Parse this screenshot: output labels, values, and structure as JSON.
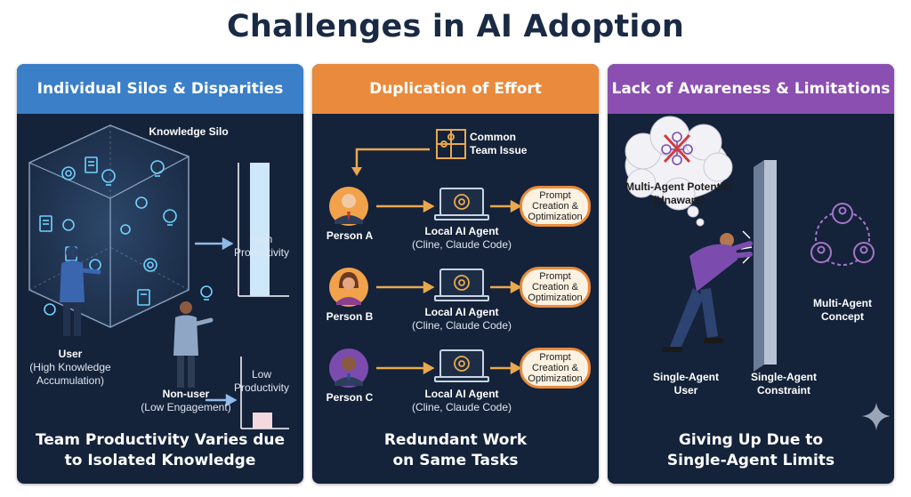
{
  "title": "Challenges in AI Adoption",
  "colors": {
    "background": "#ffffff",
    "panel": "#14223a",
    "blue_header": "#3a7fc8",
    "orange_header": "#e98a3c",
    "purple_header": "#8a4fb0",
    "glow": "#6fd2ff"
  },
  "panels": [
    {
      "header": "Individual Silos & Disparities",
      "knowledge_silo": "Knowledge Silo",
      "high_productivity": [
        "High",
        "Productivity"
      ],
      "low_productivity": [
        "Low",
        "Productivity"
      ],
      "user": [
        "User",
        "(High Knowledge",
        "Accumulation)"
      ],
      "nonuser": [
        "Non-user",
        "(Low Engagement)"
      ],
      "footer": [
        "Team Productivity Varies due",
        "to Isolated Knowledge"
      ]
    },
    {
      "header": "Duplication of Effort",
      "common_issue": [
        "Common",
        "Team Issue"
      ],
      "persons": [
        {
          "name": "Person A",
          "agent": "Local AI Agent",
          "agent_sub": "(Cline, Claude Code)",
          "prompt": [
            "Prompt",
            "Creation &",
            "Optimization"
          ]
        },
        {
          "name": "Person B",
          "agent": "Local AI Agent",
          "agent_sub": "(Cline, Claude Code)",
          "prompt": [
            "Prompt",
            "Creation &",
            "Optimization"
          ]
        },
        {
          "name": "Person C",
          "agent": "Local AI Agent",
          "agent_sub": "(Cline, Claude Code)",
          "prompt": [
            "Prompt",
            "Creation &",
            "Optimization"
          ]
        }
      ],
      "footer": [
        "Redundant Work",
        "on Same Tasks"
      ]
    },
    {
      "header": "Lack of Awareness & Limitations",
      "potential": [
        "Multi-Agent Potential",
        "(Unaware)"
      ],
      "concept": [
        "Multi-Agent",
        "Concept"
      ],
      "single_user": [
        "Single-Agent",
        "User"
      ],
      "single_constraint": [
        "Single-Agent",
        "Constraint"
      ],
      "footer": [
        "Giving Up Due to",
        "Single-Agent Limits"
      ]
    }
  ]
}
